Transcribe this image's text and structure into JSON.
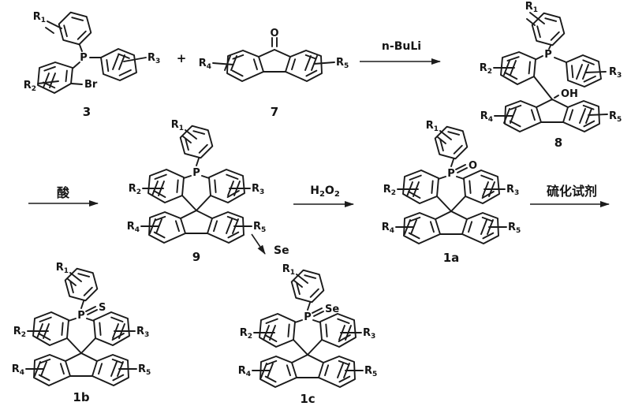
{
  "substituents": {
    "r1": {
      "base": "R",
      "sub": "1"
    },
    "r2": {
      "base": "R",
      "sub": "2"
    },
    "r3": {
      "base": "R",
      "sub": "3"
    },
    "r4": {
      "base": "R",
      "sub": "4"
    },
    "r5": {
      "base": "R",
      "sub": "5"
    }
  },
  "atoms": {
    "p": "P",
    "br": "Br",
    "o": "O",
    "oh": "OH",
    "s": "S",
    "se": "Se"
  },
  "operators": {
    "plus": "+"
  },
  "compounds": {
    "c3": "3",
    "c7": "7",
    "c8": "8",
    "c9": "9",
    "c1a": "1a",
    "c1b": "1b",
    "c1c": "1c"
  },
  "reagents": {
    "nbuli": "n-BuLi",
    "acid": "酸",
    "h2o2": {
      "e1": "H",
      "s1": "2",
      "e2": "O",
      "s2": "2"
    },
    "sulfiding": "硫化试剂",
    "selenium": "Se"
  }
}
